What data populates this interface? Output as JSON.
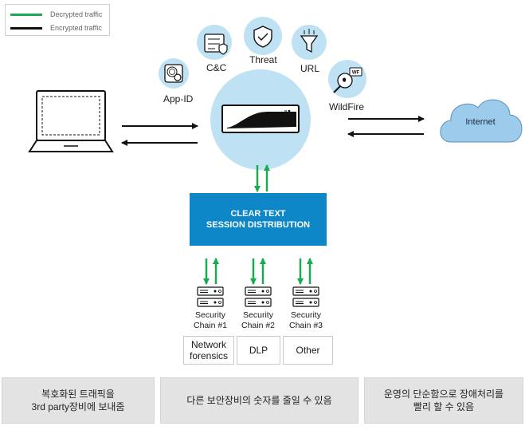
{
  "legend": {
    "decrypted": "Decrypted traffic",
    "encrypted": "Encrypted traffic",
    "decrypted_color": "#1aab52",
    "encrypted_color": "#111111"
  },
  "features": {
    "app_id": "App-ID",
    "cc": "C&C",
    "threat": "Threat",
    "url": "URL",
    "wildfire": "WildFire",
    "wildfire_badge": "WF"
  },
  "internet": "Internet",
  "clear_text": {
    "line1": "CLEAR TEXT",
    "line2": "SESSION DISTRIBUTION"
  },
  "chains": [
    {
      "line1": "Security",
      "line2": "Chain #1"
    },
    {
      "line1": "Security",
      "line2": "Chain #2"
    },
    {
      "line1": "Security",
      "line2": "Chain #3"
    }
  ],
  "tools": {
    "network_forensics": "Network\nforensics",
    "dlp": "DLP",
    "other": "Other"
  },
  "benefits": [
    "복호화된 트래픽을\n3rd party장비에 보내줌",
    "다른 보안장비의 숫자를 줄일 수 있음",
    "운영의 단순함으로 장애처리를\n빨리 할 수 있음"
  ],
  "colors": {
    "accent_blue": "#0d87c8",
    "icon_circle": "#bfe1f4",
    "cloud": "#9ccbeb"
  }
}
